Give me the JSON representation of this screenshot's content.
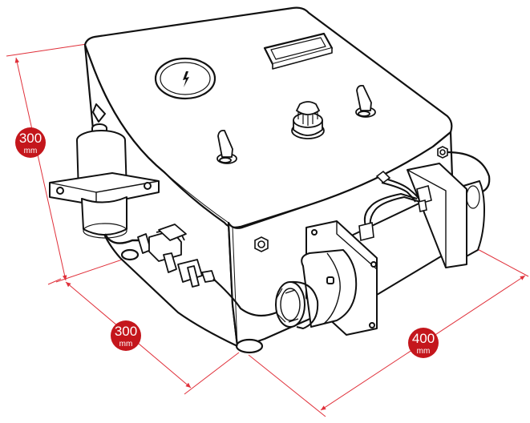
{
  "dimensions": {
    "height": {
      "value": "300",
      "unit": "mm"
    },
    "depth": {
      "value": "300",
      "unit": "mm"
    },
    "length": {
      "value": "400",
      "unit": "mm"
    }
  },
  "colors": {
    "dimension_line": "#e0303a",
    "badge_fill": "#c4161c",
    "outline": "#111111",
    "body_fill": "#ffffff"
  },
  "icons": {
    "pressure_gauge": "gauge-icon",
    "display": "lcd-display-icon",
    "knob": "knob-icon",
    "switch": "toggle-switch-icon"
  }
}
